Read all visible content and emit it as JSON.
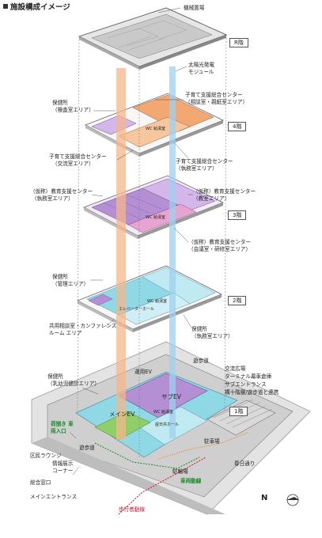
{
  "title": "施設構成イメージ",
  "floors": {
    "r": "R階",
    "f4": "4階",
    "f3": "3階",
    "f2": "2階",
    "f1": "1階"
  },
  "callouts": {
    "machine": "機械置場",
    "solar_1": "太陽光発電",
    "solar_2": "モジュール",
    "childcare_consult_1": "子育て支援総合センター",
    "childcare_consult_2": "（相談室・親紙室エリア）",
    "health_exam_1": "保健所",
    "health_exam_2": "（検査室エリア）",
    "childcare_exchange_1": "子育て支援総合センター",
    "childcare_exchange_2": "（交流室エリア）",
    "childcare_office_1": "子育て支援総合センター",
    "childcare_office_2": "（執務室エリア）",
    "edu_office_1": "（仮称）教育支援センター",
    "edu_office_2": "（執務室エリア）",
    "edu_class_1": "（仮称）教育支援センター",
    "edu_class_2": "（教室エリア）",
    "edu_meeting_1": "（仮称）教育支援センター",
    "edu_meeting_2": "（会議室・研修室エリア）",
    "health_mgmt_1": "保健所",
    "health_mgmt_2": "（管理エリア）",
    "shared_conf_1": "共用相談室・カンファレンス",
    "shared_conf_2": "ルーム エリア",
    "health_work_1": "保健所",
    "health_work_2": "（執務室エリア）",
    "health_infant_1": "保健所",
    "health_infant_2": "（乳幼児健診エリア）",
    "loading_1": "荷捌き 車",
    "loading_2": "両入口",
    "ward_lounge": "区民ラウンジ",
    "info_1": "情報展示",
    "info_2": "コーナー",
    "general_window": "総合窓口",
    "main_entrance": "メインエントランス",
    "service_ev": "運用EV",
    "skybridge": "遊歩道",
    "exchange_plaza": "交流広場",
    "terminal": "ターミナル幕車倉庫",
    "sub_entrance": "サブエントランス",
    "connection": "構十階層/遊歩道と連携",
    "main_ev": "メインEV",
    "sub_ev": "サブEV",
    "parking": "駐車場",
    "bike": "駐輪場",
    "promenade": "遊歩道",
    "kasuga": "春日通り",
    "vehicle_line": "車両動線",
    "pedestrian_line": "歩行者動線",
    "north": "N",
    "wc_1": "WC 給湯室",
    "wc_2": "WC 給湯室",
    "wc_3": "WC 給湯室",
    "wc_4": "WC 給湯室",
    "elevator_hall": "エレベーターホール",
    "entrance_hall": "屋日共ホール"
  },
  "colors": {
    "orange": "#f3a873",
    "orange_column": "#f6b58a",
    "blue_column": "#9fd0ef",
    "purple": "#b58fd3",
    "purple_light": "#d4b7ea",
    "pink": "#e6a4d3",
    "cyan": "#8fd9e7",
    "cyan_light": "#bfeaf2",
    "green": "#8fcf6a",
    "roof_gray": "#c9c9c9",
    "ground_gray": "#d9d9d9",
    "label_green": "#1a8a2a",
    "label_red": "#d0102a"
  }
}
